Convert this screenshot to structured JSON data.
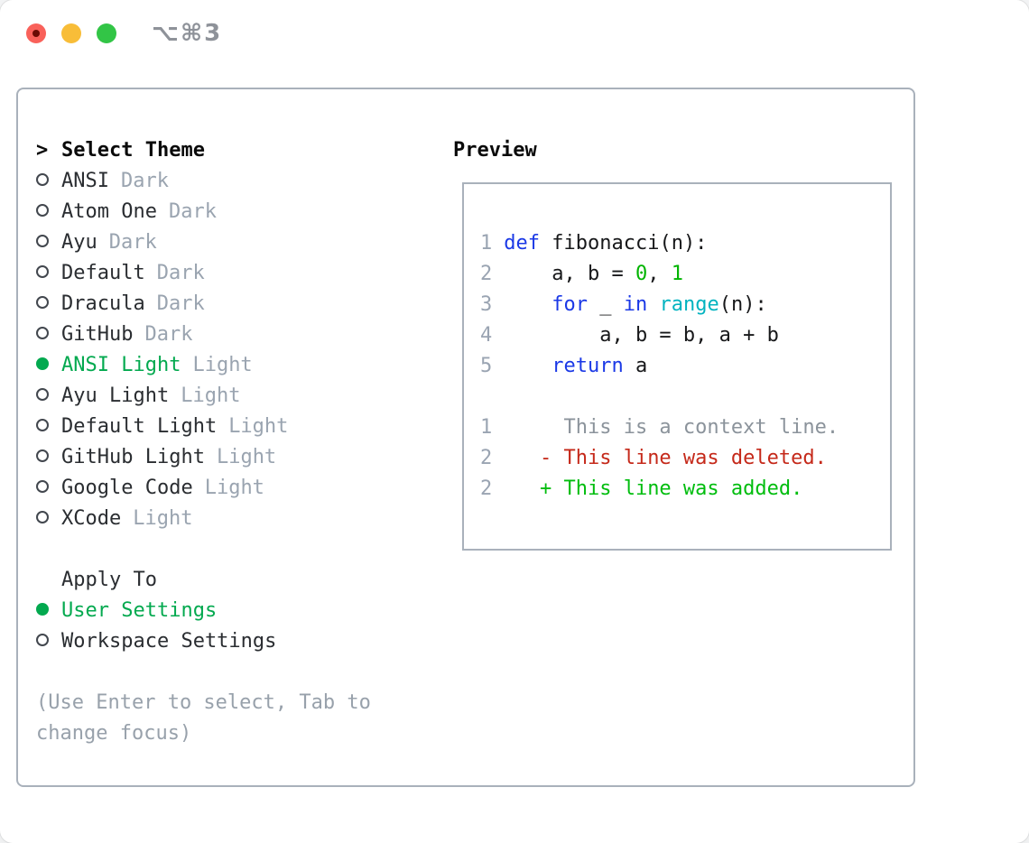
{
  "window": {
    "title": "⌥⌘3"
  },
  "titlebar": {
    "buttons": [
      "close",
      "minimize",
      "zoom"
    ]
  },
  "theme_panel": {
    "header_prefix": ">",
    "header": "Select Theme",
    "themes": [
      {
        "name": "ANSI",
        "tag": "Dark",
        "selected": false
      },
      {
        "name": "Atom One",
        "tag": "Dark",
        "selected": false
      },
      {
        "name": "Ayu",
        "tag": "Dark",
        "selected": false
      },
      {
        "name": "Default",
        "tag": "Dark",
        "selected": false
      },
      {
        "name": "Dracula",
        "tag": "Dark",
        "selected": false
      },
      {
        "name": "GitHub",
        "tag": "Dark",
        "selected": false
      },
      {
        "name": "ANSI Light",
        "tag": "Light",
        "selected": true
      },
      {
        "name": "Ayu Light",
        "tag": "Light",
        "selected": false
      },
      {
        "name": "Default Light",
        "tag": "Light",
        "selected": false
      },
      {
        "name": "GitHub Light",
        "tag": "Light",
        "selected": false
      },
      {
        "name": "Google Code",
        "tag": "Light",
        "selected": false
      },
      {
        "name": "XCode",
        "tag": "Light",
        "selected": false
      }
    ],
    "apply_to": {
      "header": "Apply To",
      "options": [
        {
          "label": "User Settings",
          "selected": true
        },
        {
          "label": "Workspace Settings",
          "selected": false
        }
      ]
    },
    "hint": "(Use Enter to select, Tab to change focus)"
  },
  "preview": {
    "header": "Preview",
    "lines": [
      {
        "num": "1",
        "segs": [
          {
            "t": "def",
            "c": "kw"
          },
          {
            "t": " fibonacci(n):",
            "c": "txt"
          }
        ]
      },
      {
        "num": "2",
        "segs": [
          {
            "t": "    a, b = ",
            "c": "txt"
          },
          {
            "t": "0",
            "c": "grn"
          },
          {
            "t": ", ",
            "c": "txt"
          },
          {
            "t": "1",
            "c": "grn"
          }
        ]
      },
      {
        "num": "3",
        "segs": [
          {
            "t": "    ",
            "c": "txt"
          },
          {
            "t": "for",
            "c": "kw"
          },
          {
            "t": " _ ",
            "c": "txt"
          },
          {
            "t": "in",
            "c": "kw"
          },
          {
            "t": " ",
            "c": "txt"
          },
          {
            "t": "range",
            "c": "fn"
          },
          {
            "t": "(n):",
            "c": "txt"
          }
        ]
      },
      {
        "num": "4",
        "segs": [
          {
            "t": "        a, b = b, a + b",
            "c": "txt"
          }
        ]
      },
      {
        "num": "5",
        "segs": [
          {
            "t": "    ",
            "c": "txt"
          },
          {
            "t": "return",
            "c": "kw"
          },
          {
            "t": " a",
            "c": "txt"
          }
        ]
      },
      {
        "num": "",
        "segs": []
      },
      {
        "num": "1",
        "segs": [
          {
            "t": "     This is a context line.",
            "c": "ctx"
          }
        ]
      },
      {
        "num": "2",
        "segs": [
          {
            "t": "   - This line was deleted.",
            "c": "del"
          }
        ]
      },
      {
        "num": "2",
        "segs": [
          {
            "t": "   + This line was added.",
            "c": "add"
          }
        ]
      }
    ]
  },
  "colors": {
    "accent_green": "#03a94f",
    "keyword_blue": "#1b39e6",
    "function_cyan": "#00b3c0",
    "number_green": "#00b400",
    "added_green": "#00bd0e",
    "deleted_red": "#c5291a",
    "muted_gray": "#9aa4b0",
    "line_number_gray": "#9aa4b2",
    "border_gray": "#a9b1bb",
    "traffic_red": "#f9615a",
    "traffic_yellow": "#f8bd38",
    "traffic_green": "#32c546"
  }
}
